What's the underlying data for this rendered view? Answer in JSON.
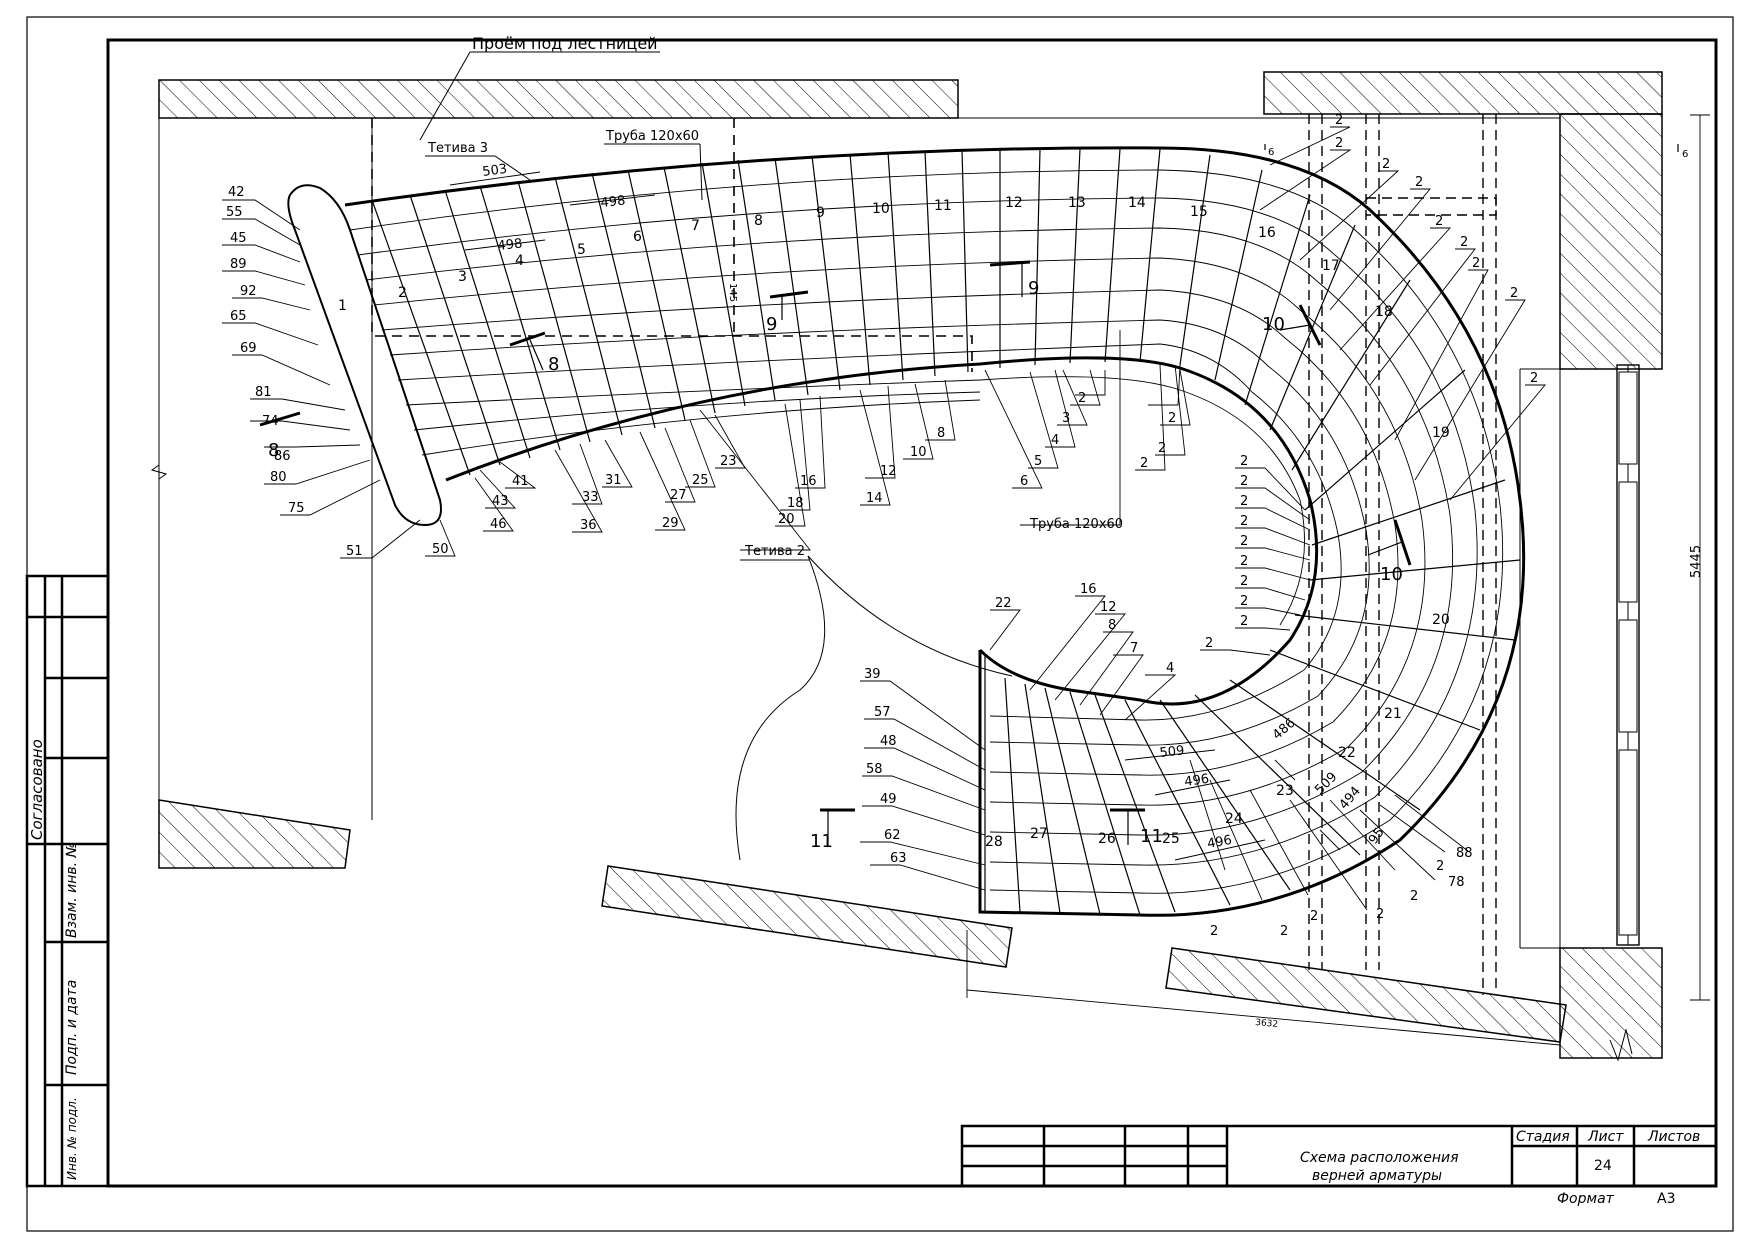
{
  "sheet": {
    "annotations": {
      "opening": "Проём под лестницей",
      "stringer3": "Тетива 3",
      "stringer2": "Тетива 2",
      "pipe_top": "Труба 120х60",
      "pipe_bottom": "Труба 120х60"
    },
    "dimensions": {
      "d503": "503",
      "d498a": "498",
      "d498b": "498",
      "d509": "509",
      "d496a": "496",
      "d486": "486",
      "d509b": "509",
      "d494": "494",
      "d496b": "496",
      "d95": "95",
      "d145": "145",
      "height": "5445",
      "bottom": "3632"
    },
    "sections": {
      "s8a": "8",
      "s8b": "8",
      "s9a": "9",
      "s9b": "9",
      "s10a": "10",
      "s10b": "10",
      "s11a": "11",
      "s11b": "11",
      "s6a": "6",
      "s6b": "6"
    },
    "step_numbers": [
      "1",
      "2",
      "3",
      "4",
      "5",
      "6",
      "7",
      "8",
      "9",
      "10",
      "11",
      "12",
      "13",
      "14",
      "15",
      "16",
      "17",
      "18",
      "19",
      "20",
      "21",
      "22",
      "23",
      "24",
      "25",
      "26",
      "27",
      "28"
    ],
    "left_leaders": [
      "42",
      "55",
      "45",
      "89",
      "92",
      "65",
      "69",
      "81",
      "74",
      "86",
      "80",
      "75"
    ],
    "bottom_leaders": [
      "51",
      "50",
      "46",
      "43",
      "41",
      "36",
      "33",
      "31",
      "29",
      "27",
      "25",
      "23",
      "20",
      "18",
      "16",
      "14",
      "12",
      "10",
      "8",
      "6",
      "5",
      "4",
      "3",
      "2",
      "2",
      "2"
    ],
    "inner_leaders": [
      "2",
      "2",
      "2",
      "2",
      "2",
      "2",
      "2",
      "2",
      "2",
      "2"
    ],
    "right_leaders": [
      "2",
      "2",
      "2",
      "2",
      "2",
      "2",
      "2",
      "2",
      "2"
    ],
    "lower_leaders": [
      "22",
      "16",
      "12",
      "8",
      "7",
      "4",
      "39",
      "57",
      "48",
      "58",
      "49",
      "62",
      "63"
    ],
    "lower_right_leaders": [
      "2",
      "2",
      "2",
      "2",
      "2",
      "2",
      "88",
      "78"
    ],
    "side_table": {
      "agreed": "Согласовано",
      "replace": "Взам. инв. №",
      "sign": "Подп. и дата",
      "inv": "Инв. № подл."
    },
    "title_block": {
      "title_line1": "Схема расположения",
      "title_line2": "верней арматуры",
      "stage_label": "Стадия",
      "sheet_label": "Лист",
      "sheets_label": "Листов",
      "sheet_number": "24",
      "format_label": "Формат",
      "format_value": "А3"
    }
  }
}
